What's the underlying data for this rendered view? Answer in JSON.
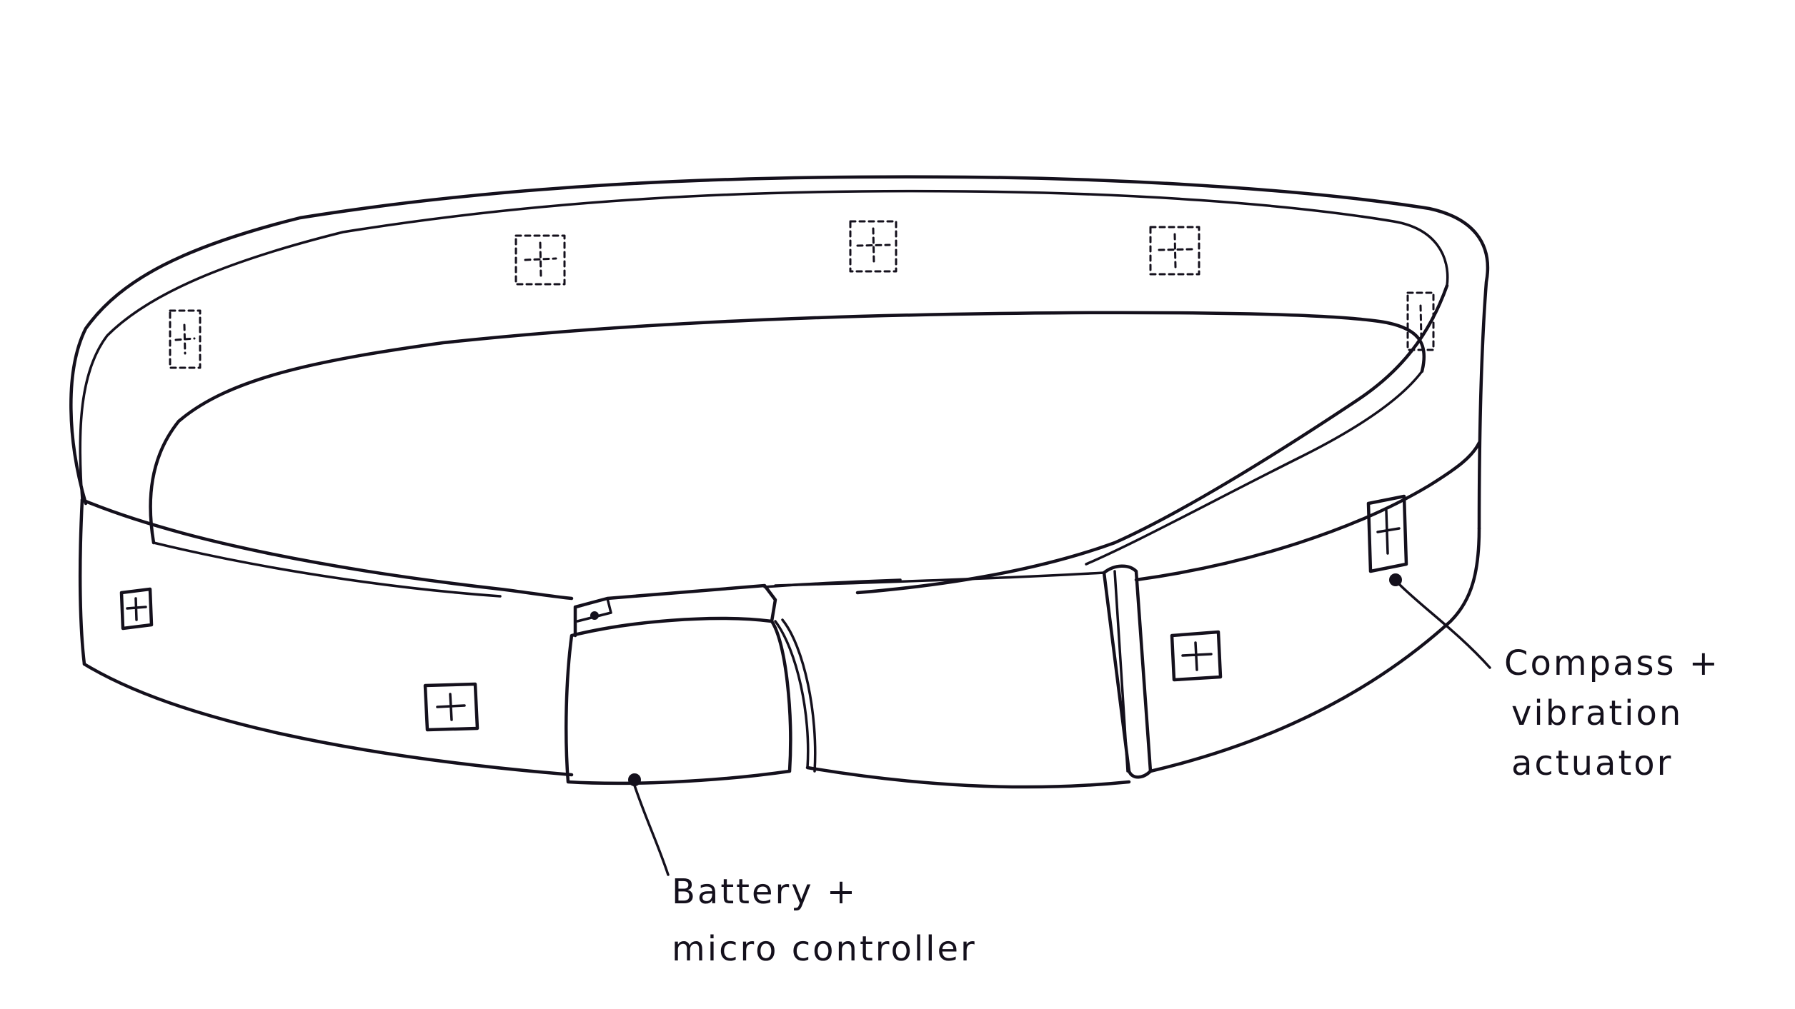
{
  "diagram": {
    "labels": {
      "battery": {
        "line1": "Battery +",
        "line2": "micro controller"
      },
      "compass": {
        "line1": "Compass +",
        "line2": "vibration",
        "line3": "actuator"
      }
    },
    "colors": {
      "ink": "#14101c",
      "paper": "#ffffff"
    }
  }
}
